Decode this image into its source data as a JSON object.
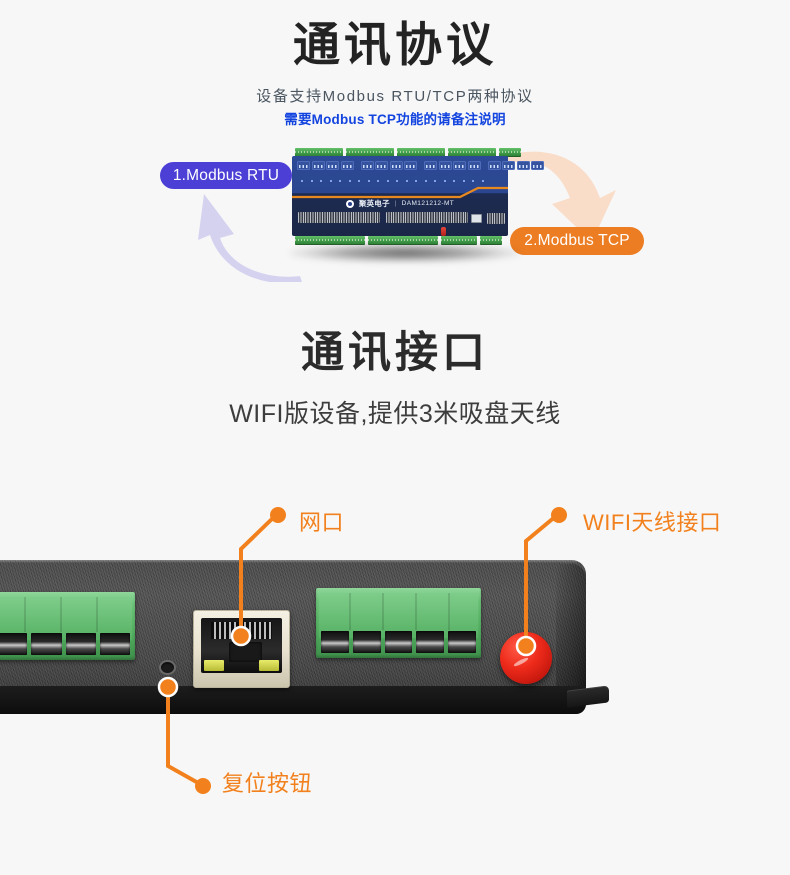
{
  "page": {
    "background": "#f7f7f7",
    "accent_orange": "#f2811d",
    "accent_purple": "#4b3fd6",
    "accent_blue": "#1344e0"
  },
  "section_protocol": {
    "title": "通讯协议",
    "subtitle_line1": "设备支持Modbus RTU/TCP两种协议",
    "subtitle_line2": "需要Modbus TCP功能的请备注说明",
    "badges": [
      {
        "label": "1.Modbus RTU",
        "color": "#4b3fd6"
      },
      {
        "label": "2.Modbus TCP",
        "color": "#ec7d23"
      }
    ],
    "arrows": [
      {
        "name": "purple-arrow",
        "color": "#d5d2f0",
        "direction": "up-left"
      },
      {
        "name": "orange-arrow",
        "color": "#f9ddc9",
        "direction": "down-right"
      }
    ],
    "device": {
      "brand": "聚英电子",
      "divider": "|",
      "model": "DAM121212-MT",
      "board_color": "#2a4690",
      "stripe_color": "#e8891f"
    }
  },
  "section_interface": {
    "title": "通讯接口",
    "subtitle": "WIFI版设备,提供3米吸盘天线",
    "callouts": [
      {
        "name": "ethernet-port",
        "label": "网口",
        "color": "#f2811d"
      },
      {
        "name": "wifi-antenna-port",
        "label": "WIFI天线接口",
        "color": "#f2811d"
      },
      {
        "name": "reset-button",
        "label": "复位按钮",
        "color": "#f2811d"
      }
    ],
    "hardware": {
      "enclosure_color": "#4a4a4a",
      "terminal_block_color": "#53b061",
      "rj45_housing_color": "#e9e3d0",
      "antenna_cap_color": "#ee2b1b",
      "terminal_block_left_ports": 4,
      "terminal_block_right_ports": 5
    }
  }
}
